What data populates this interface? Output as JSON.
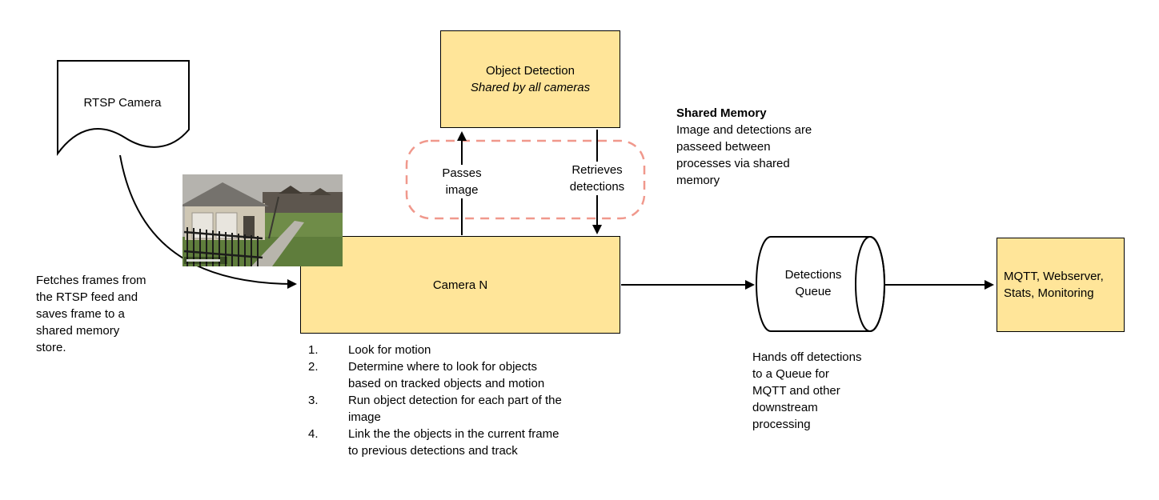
{
  "diagram": {
    "colors": {
      "background": "#ffffff",
      "node_fill": "#ffe599",
      "node_border": "#000000",
      "shared_dash": "#f0988c",
      "arrow": "#000000",
      "text": "#000000"
    },
    "nodes": {
      "rtsp_camera": {
        "label": "RTSP Camera"
      },
      "object_detection": {
        "title": "Object Detection",
        "subtitle": "Shared by all cameras"
      },
      "camera_n": {
        "label": "Camera N"
      },
      "detections_queue": {
        "label": "Detections Queue"
      },
      "outputs": {
        "label": "MQTT, Webserver,\nStats, Monitoring"
      }
    },
    "edge_labels": {
      "passes_image": "Passes image",
      "retrieves_detections": "Retrieves detections"
    },
    "annotations": {
      "fetch_note": "Fetches frames from\nthe RTSP feed and\nsaves frame to a\nshared memory\nstore.",
      "shared_memory_title": "Shared Memory",
      "shared_memory_body": "Image and detections are\npasseed between\nprocesses via shared\nmemory",
      "queue_note": "Hands off detections\nto a Queue for\nMQTT and other\ndownstream\nprocessing"
    },
    "camera_steps": [
      {
        "num": "1.",
        "text": "Look for motion"
      },
      {
        "num": "2.",
        "text": "Determine where to look for objects\nbased on tracked objects and motion"
      },
      {
        "num": "3.",
        "text": "Run object detection for each part of the\nimage"
      },
      {
        "num": "4.",
        "text": "Link the the objects in the current frame\nto previous detections and track"
      }
    ]
  }
}
